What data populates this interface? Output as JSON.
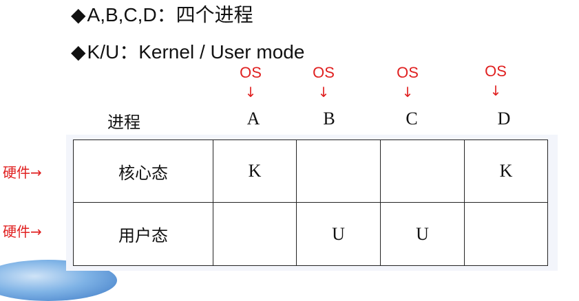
{
  "bullets": [
    {
      "diamond": "◆",
      "text": "A,B,C,D：四个进程"
    },
    {
      "diamond": "◆",
      "text": "K/U：Kernel / User mode"
    }
  ],
  "os_markers": [
    {
      "label": "OS",
      "arrow": "↓"
    },
    {
      "label": "OS",
      "arrow": "↓"
    },
    {
      "label": "OS",
      "arrow": "↓"
    },
    {
      "label": "OS",
      "arrow": "↓"
    }
  ],
  "table": {
    "process_label": "进程",
    "columns": [
      "A",
      "B",
      "C",
      "D"
    ],
    "rows": [
      {
        "label": "核心态",
        "hardware": "硬件→",
        "cells": [
          "K",
          "",
          "",
          "K"
        ]
      },
      {
        "label": "用户态",
        "hardware": "硬件→",
        "cells": [
          "",
          "U",
          "U",
          ""
        ]
      }
    ]
  },
  "colors": {
    "accent": "#e02020",
    "text": "#111111"
  }
}
